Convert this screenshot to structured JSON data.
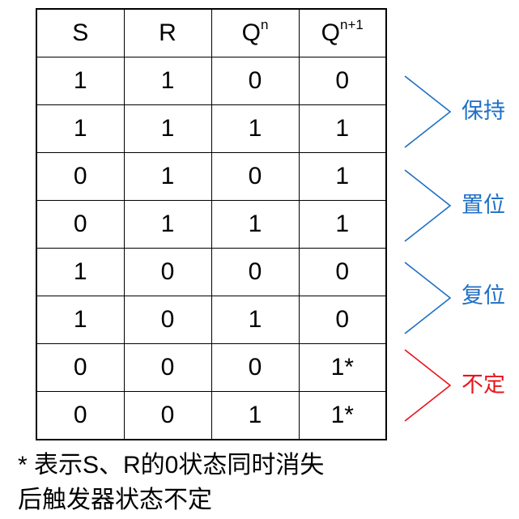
{
  "table": {
    "headers": {
      "s": "S",
      "r": "R",
      "qn": {
        "base": "Q",
        "sup": "n"
      },
      "qn1": {
        "base": "Q",
        "sup": "n+1"
      }
    },
    "rows": [
      [
        "1",
        "1",
        "0",
        "0"
      ],
      [
        "1",
        "1",
        "1",
        "1"
      ],
      [
        "0",
        "1",
        "0",
        "1"
      ],
      [
        "0",
        "1",
        "1",
        "1"
      ],
      [
        "1",
        "0",
        "0",
        "0"
      ],
      [
        "1",
        "0",
        "1",
        "0"
      ],
      [
        "0",
        "0",
        "0",
        "1*"
      ],
      [
        "0",
        "0",
        "1",
        "1*"
      ]
    ]
  },
  "groups": [
    {
      "label": "保持",
      "color": "#1f6fc4"
    },
    {
      "label": "置位",
      "color": "#1f6fc4"
    },
    {
      "label": "复位",
      "color": "#1f6fc4"
    },
    {
      "label": "不定",
      "color": "#e8141c"
    }
  ],
  "footnote": {
    "line1": "* 表示S、R的0状态同时消失",
    "line2": "后触发器状态不定"
  }
}
